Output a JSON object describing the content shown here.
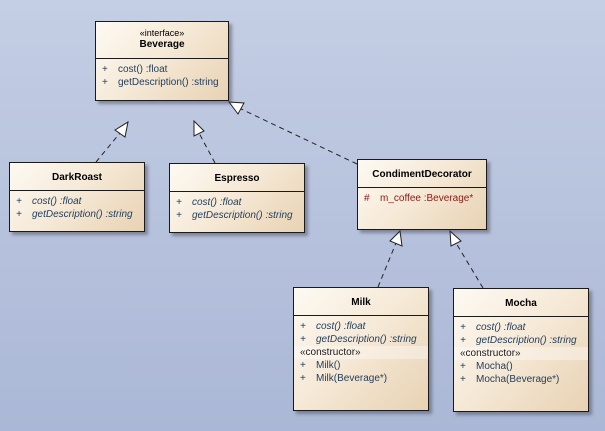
{
  "diagram": {
    "classes": {
      "beverage": {
        "stereotype": "«interface»",
        "name": "Beverage",
        "ops": [
          {
            "vis": "+",
            "text": "cost()  :float"
          },
          {
            "vis": "+",
            "text": "getDescription()  :string"
          }
        ]
      },
      "darkroast": {
        "name": "DarkRoast",
        "ops": [
          {
            "vis": "+",
            "text": "cost()  :float"
          },
          {
            "vis": "+",
            "text": "getDescription()  :string"
          }
        ]
      },
      "espresso": {
        "name": "Espresso",
        "ops": [
          {
            "vis": "+",
            "text": "cost()  :float"
          },
          {
            "vis": "+",
            "text": "getDescription()  :string"
          }
        ]
      },
      "condiment": {
        "name": "CondimentDecorator",
        "attrs": [
          {
            "vis": "#",
            "text": "m_coffee  :Beverage*"
          }
        ]
      },
      "milk": {
        "name": "Milk",
        "ops": [
          {
            "vis": "+",
            "text": "cost()  :float"
          },
          {
            "vis": "+",
            "text": "getDescription()  :string"
          }
        ],
        "ctor_label": "«constructor»",
        "ctors": [
          {
            "vis": "+",
            "text": "Milk()"
          },
          {
            "vis": "+",
            "text": "Milk(Beverage*)"
          }
        ]
      },
      "mocha": {
        "name": "Mocha",
        "ops": [
          {
            "vis": "+",
            "text": "cost()  :float"
          },
          {
            "vis": "+",
            "text": "getDescription()  :string"
          }
        ],
        "ctor_label": "«constructor»",
        "ctors": [
          {
            "vis": "+",
            "text": "Mocha()"
          },
          {
            "vis": "+",
            "text": "Mocha(Beverage*)"
          }
        ]
      }
    }
  }
}
